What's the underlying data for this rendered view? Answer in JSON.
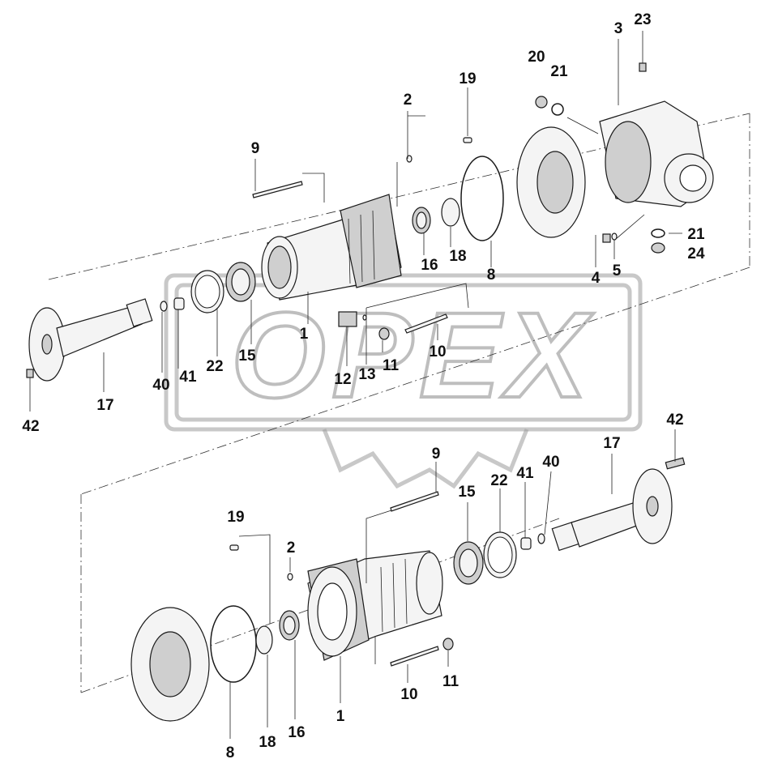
{
  "watermark": {
    "text": "OPEX"
  },
  "labels_top": [
    {
      "id": "t-1",
      "text": "1"
    },
    {
      "id": "t-2",
      "text": "2"
    },
    {
      "id": "t-3",
      "text": "3"
    },
    {
      "id": "t-4",
      "text": "4"
    },
    {
      "id": "t-5",
      "text": "5"
    },
    {
      "id": "t-8",
      "text": "8"
    },
    {
      "id": "t-9",
      "text": "9"
    },
    {
      "id": "t-10",
      "text": "10"
    },
    {
      "id": "t-11",
      "text": "11"
    },
    {
      "id": "t-12",
      "text": "12"
    },
    {
      "id": "t-13",
      "text": "13"
    },
    {
      "id": "t-15",
      "text": "15"
    },
    {
      "id": "t-16",
      "text": "16"
    },
    {
      "id": "t-17",
      "text": "17"
    },
    {
      "id": "t-18",
      "text": "18"
    },
    {
      "id": "t-19",
      "text": "19"
    },
    {
      "id": "t-20",
      "text": "20"
    },
    {
      "id": "t-21a",
      "text": "21"
    },
    {
      "id": "t-21b",
      "text": "21"
    },
    {
      "id": "t-22",
      "text": "22"
    },
    {
      "id": "t-23",
      "text": "23"
    },
    {
      "id": "t-24",
      "text": "24"
    },
    {
      "id": "t-40",
      "text": "40"
    },
    {
      "id": "t-41",
      "text": "41"
    },
    {
      "id": "t-42",
      "text": "42"
    }
  ],
  "labels_bottom": [
    {
      "id": "b-1",
      "text": "1"
    },
    {
      "id": "b-2",
      "text": "2"
    },
    {
      "id": "b-8",
      "text": "8"
    },
    {
      "id": "b-9",
      "text": "9"
    },
    {
      "id": "b-10",
      "text": "10"
    },
    {
      "id": "b-11",
      "text": "11"
    },
    {
      "id": "b-15",
      "text": "15"
    },
    {
      "id": "b-16",
      "text": "16"
    },
    {
      "id": "b-17",
      "text": "17"
    },
    {
      "id": "b-18",
      "text": "18"
    },
    {
      "id": "b-19",
      "text": "19"
    },
    {
      "id": "b-22",
      "text": "22"
    },
    {
      "id": "b-40",
      "text": "40"
    },
    {
      "id": "b-41",
      "text": "41"
    },
    {
      "id": "b-42",
      "text": "42"
    }
  ]
}
